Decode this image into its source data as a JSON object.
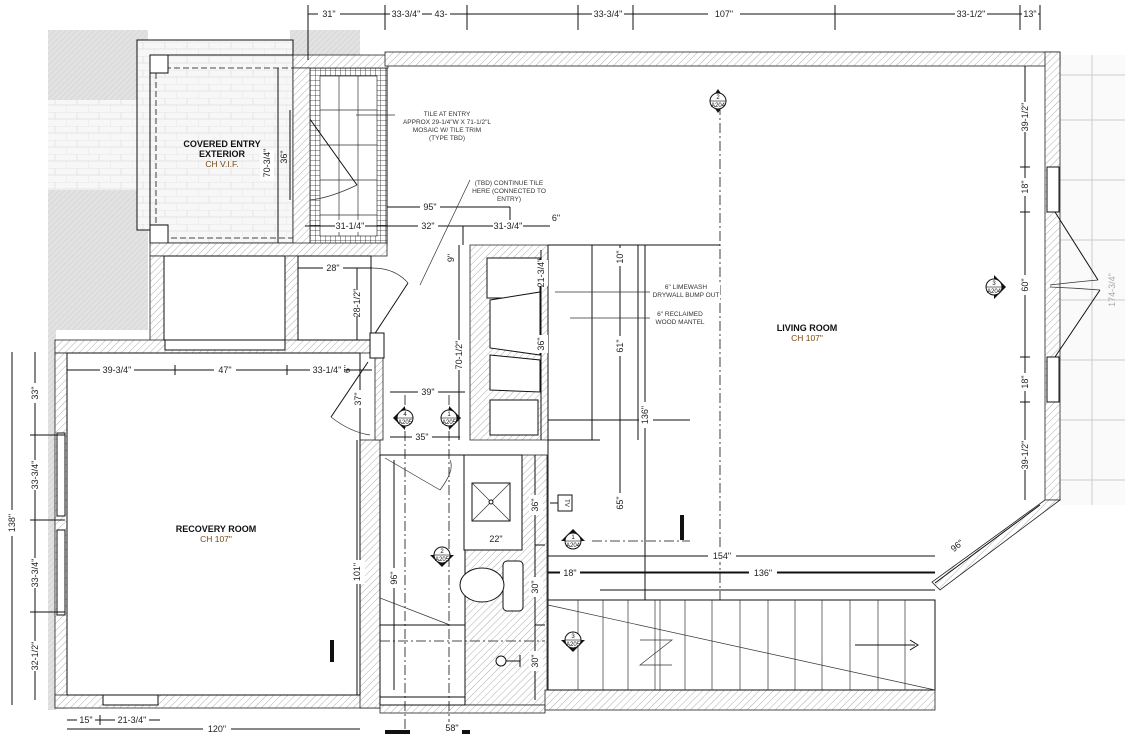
{
  "plan": {
    "rooms": {
      "covered_entry": {
        "name_line1": "COVERED ENTRY",
        "name_line2": "EXTERIOR",
        "ceiling": "CH V.I.F."
      },
      "recovery": {
        "name": "RECOVERY ROOM",
        "ceiling": "CH 107\""
      },
      "living": {
        "name": "LIVING ROOM",
        "ceiling": "CH 107\""
      }
    },
    "notes": {
      "tile_entry": [
        "TILE AT ENTRY",
        "APPROX 29-1/4\"W X 71-1/2\"L",
        "MOSAIC W/ TILE TRIM",
        "(TYPE TBD)"
      ],
      "continue_tile": [
        "(TBD) CONTINUE TILE",
        "HERE (CONNECTED TO",
        "ENTRY)"
      ],
      "limewash": [
        "6\" LIMEWASH",
        "DRYWALL BUMP OUT"
      ],
      "mantel": [
        "6\" RECLAIMED",
        "WOOD MANTEL"
      ],
      "tv": "TV"
    },
    "top_dims": [
      "31\"",
      "33-3/4\"",
      "43-",
      "33-3/4\"",
      "107\"",
      "33-1/2\"",
      "13\""
    ],
    "entry_dims": {
      "d70_3_4": "70-3/4\"",
      "d36": "36\"",
      "d95": "95\"",
      "d31_1_4": "31-1/4\"",
      "d32": "32\"",
      "d31_3_4": "31-3/4\"",
      "d6": "6\""
    },
    "hall_dims": {
      "d28": "28\"",
      "d28_1_2": "28-1/2\"",
      "d9": "9\"",
      "d70_1_2": "70-1/2\"",
      "d21_3_4": "21-3/4\"",
      "d36": "36\"",
      "d39": "39\"",
      "d35": "35\"",
      "d6": "6\"",
      "d37": "37\""
    },
    "recovery_dims": {
      "top": [
        "39-3/4\"",
        "47\"",
        "33-1/4\""
      ],
      "left": [
        "33\"",
        "33-3/4\"",
        "33-3/4\"",
        "32-1/2\""
      ],
      "overall_left": "138\"",
      "bottom": [
        "15\"",
        "21-3/4\""
      ],
      "overall_bottom": "120\"",
      "right": "101\""
    },
    "bath_dims": {
      "d36": "36\"",
      "d22": "22\"",
      "d30a": "30\"",
      "d30b": "30\"",
      "d96": "96\"",
      "d58": "58\""
    },
    "living_dims": {
      "d10": "10\"",
      "d61": "61\"",
      "d136v": "136\"",
      "d65": "65\"",
      "d154": "154\"",
      "d18": "18\"",
      "d136h": "136\"",
      "d96": "96\"",
      "right": [
        "39-1/2\"",
        "18\"",
        "60\"",
        "18\"",
        "39-1/2\""
      ],
      "cut": "174-3/4\""
    },
    "section_tags": [
      {
        "num": "2",
        "sheet": "A204"
      },
      {
        "num": "3",
        "sheet": "A204"
      },
      {
        "num": "1",
        "sheet": "A204"
      },
      {
        "num": "4",
        "sheet": "A205"
      },
      {
        "num": "1",
        "sheet": "A205"
      },
      {
        "num": "2",
        "sheet": "A205"
      },
      {
        "num": "3",
        "sheet": "A205"
      }
    ]
  }
}
